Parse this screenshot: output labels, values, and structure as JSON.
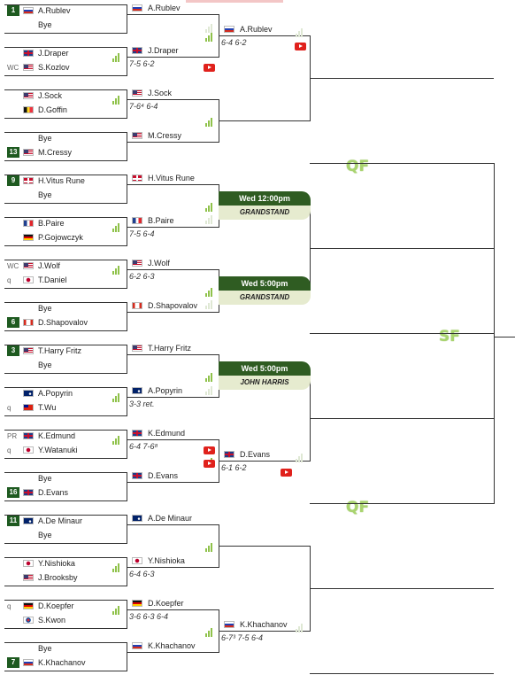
{
  "round_labels": {
    "qf_top": "QF",
    "sf": "SF",
    "qf_bottom": "QF"
  },
  "colors": {
    "seed_bg": "#1e5a20",
    "schedule_header": "#2f5c22",
    "schedule_footer": "#e6ebcf",
    "stats_icon": "#8fc24a",
    "video": "#e0211c"
  },
  "r1": [
    {
      "seed": "1",
      "tag": "",
      "p1": {
        "name": "A.Rublev",
        "flag": "RUS"
      },
      "p2": {
        "name": "Bye"
      },
      "tag2": "",
      "seed2": ""
    },
    {
      "seed": "",
      "tag": "",
      "p1": {
        "name": "J.Draper",
        "flag": "GBR"
      },
      "tag2": "WC",
      "p2": {
        "name": "S.Kozlov",
        "flag": "USA"
      },
      "seed2": ""
    },
    {
      "seed": "",
      "tag": "",
      "p1": {
        "name": "J.Sock",
        "flag": "USA"
      },
      "tag2": "",
      "p2": {
        "name": "D.Goffin",
        "flag": "BEL"
      },
      "seed2": ""
    },
    {
      "seed": "",
      "tag": "",
      "p1": {
        "name": "Bye"
      },
      "tag2": "",
      "p2": {
        "name": "M.Cressy",
        "flag": "USA"
      },
      "seed2": "13"
    },
    {
      "seed": "9",
      "tag": "",
      "p1": {
        "name": "H.Vitus Rune",
        "flag": "DEN"
      },
      "tag2": "",
      "p2": {
        "name": "Bye"
      },
      "seed2": ""
    },
    {
      "seed": "",
      "tag": "",
      "p1": {
        "name": "B.Paire",
        "flag": "FRA"
      },
      "tag2": "",
      "p2": {
        "name": "P.Gojowczyk",
        "flag": "GER"
      },
      "seed2": ""
    },
    {
      "seed": "",
      "tag": "WC",
      "p1": {
        "name": "J.Wolf",
        "flag": "USA"
      },
      "tag2": "q",
      "p2": {
        "name": "T.Daniel",
        "flag": "JPN"
      },
      "seed2": ""
    },
    {
      "seed": "",
      "tag": "",
      "p1": {
        "name": "Bye"
      },
      "tag2": "",
      "p2": {
        "name": "D.Shapovalov",
        "flag": "CAN"
      },
      "seed2": "6"
    },
    {
      "seed": "3",
      "tag": "",
      "p1": {
        "name": "T.Harry Fritz",
        "flag": "USA"
      },
      "tag2": "",
      "p2": {
        "name": "Bye"
      },
      "seed2": ""
    },
    {
      "seed": "",
      "tag": "",
      "p1": {
        "name": "A.Popyrin",
        "flag": "AUS"
      },
      "tag2": "q",
      "p2": {
        "name": "T.Wu",
        "flag": "TPE"
      },
      "seed2": ""
    },
    {
      "seed": "",
      "tag": "PR",
      "p1": {
        "name": "K.Edmund",
        "flag": "GBR"
      },
      "tag2": "q",
      "p2": {
        "name": "Y.Watanuki",
        "flag": "JPN"
      },
      "seed2": ""
    },
    {
      "seed": "",
      "tag": "",
      "p1": {
        "name": "Bye"
      },
      "tag2": "",
      "p2": {
        "name": "D.Evans",
        "flag": "GBR"
      },
      "seed2": "16"
    },
    {
      "seed": "11",
      "tag": "",
      "p1": {
        "name": "A.De Minaur",
        "flag": "AUS"
      },
      "tag2": "",
      "p2": {
        "name": "Bye"
      },
      "seed2": ""
    },
    {
      "seed": "",
      "tag": "",
      "p1": {
        "name": "Y.Nishioka",
        "flag": "JPN"
      },
      "tag2": "",
      "p2": {
        "name": "J.Brooksby",
        "flag": "USA"
      },
      "seed2": ""
    },
    {
      "seed": "",
      "tag": "q",
      "p1": {
        "name": "D.Koepfer",
        "flag": "GER"
      },
      "tag2": "",
      "p2": {
        "name": "S.Kwon",
        "flag": "KOR"
      },
      "seed2": ""
    },
    {
      "seed": "",
      "tag": "",
      "p1": {
        "name": "Bye"
      },
      "tag2": "",
      "p2": {
        "name": "K.Khachanov",
        "flag": "RUS"
      },
      "seed2": "7"
    }
  ],
  "r2": [
    {
      "winner": {
        "name": "A.Rublev",
        "flag": "RUS"
      },
      "score": ""
    },
    {
      "winner": {
        "name": "J.Draper",
        "flag": "GBR"
      },
      "score": "7-5 6-2"
    },
    {
      "winner": {
        "name": "J.Sock",
        "flag": "USA"
      },
      "score": "7-6⁴ 6-4"
    },
    {
      "winner": {
        "name": "M.Cressy",
        "flag": "USA"
      },
      "score": ""
    },
    {
      "winner": {
        "name": "H.Vitus Rune",
        "flag": "DEN"
      },
      "score": ""
    },
    {
      "winner": {
        "name": "B.Paire",
        "flag": "FRA"
      },
      "score": "7-5 6-4"
    },
    {
      "winner": {
        "name": "J.Wolf",
        "flag": "USA"
      },
      "score": "6-2 6-3"
    },
    {
      "winner": {
        "name": "D.Shapovalov",
        "flag": "CAN"
      },
      "score": ""
    },
    {
      "winner": {
        "name": "T.Harry Fritz",
        "flag": "USA"
      },
      "score": ""
    },
    {
      "winner": {
        "name": "A.Popyrin",
        "flag": "AUS"
      },
      "score": "3-3 ret."
    },
    {
      "winner": {
        "name": "K.Edmund",
        "flag": "GBR"
      },
      "score": "6-4 7-6⁸"
    },
    {
      "winner": {
        "name": "D.Evans",
        "flag": "GBR"
      },
      "score": ""
    },
    {
      "winner": {
        "name": "A.De Minaur",
        "flag": "AUS"
      },
      "score": ""
    },
    {
      "winner": {
        "name": "Y.Nishioka",
        "flag": "JPN"
      },
      "score": "6-4 6-3"
    },
    {
      "winner": {
        "name": "D.Koepfer",
        "flag": "GER"
      },
      "score": "3-6 6-3 6-4"
    },
    {
      "winner": {
        "name": "K.Khachanov",
        "flag": "RUS"
      },
      "score": ""
    }
  ],
  "r3": [
    {
      "winner": {
        "name": "A.Rublev",
        "flag": "RUS"
      },
      "score": "6-4 6-2",
      "schedule": null
    },
    {
      "winner": null,
      "score": "",
      "schedule": null
    },
    {
      "winner": null,
      "score": "",
      "schedule": {
        "time": "Wed 12:00pm",
        "court": "GRANDSTAND"
      }
    },
    {
      "winner": null,
      "score": "",
      "schedule": {
        "time": "Wed 5:00pm",
        "court": "GRANDSTAND"
      }
    },
    {
      "winner": null,
      "score": "",
      "schedule": {
        "time": "Wed 5:00pm",
        "court": "JOHN HARRIS"
      }
    },
    {
      "winner": {
        "name": "D.Evans",
        "flag": "GBR"
      },
      "score": "6-1 6-2",
      "schedule": null
    },
    {
      "winner": null,
      "score": "",
      "schedule": null
    },
    {
      "winner": {
        "name": "K.Khachanov",
        "flag": "RUS"
      },
      "score": "6-7³ 7-5 6-4",
      "schedule": null
    }
  ]
}
